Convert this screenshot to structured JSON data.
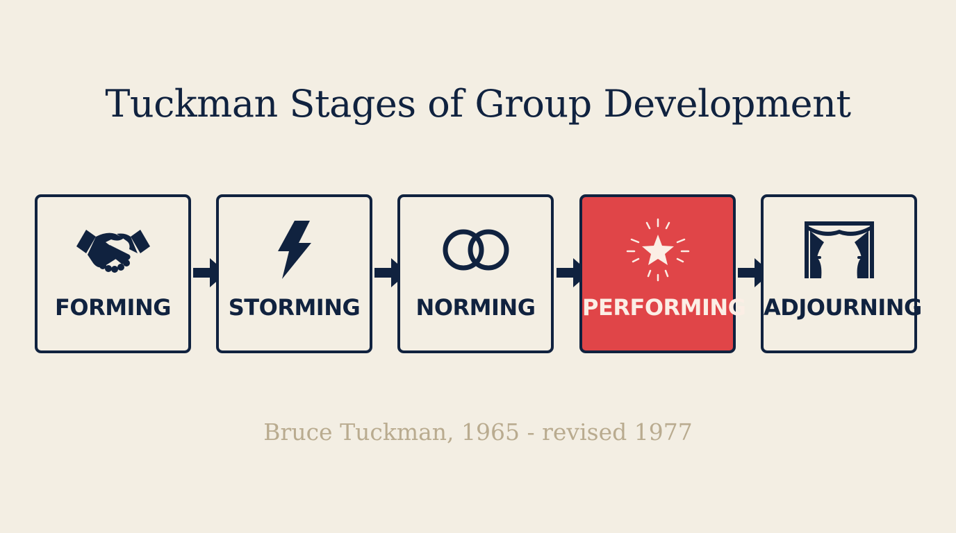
{
  "title": "Tuckman Stages of Group Development",
  "stages": [
    {
      "label": "FORMING",
      "icon": "handshake-icon"
    },
    {
      "label": "STORMING",
      "icon": "lightning-bolt-icon"
    },
    {
      "label": "NORMING",
      "icon": "interlocking-rings-icon"
    },
    {
      "label": "PERFORMING",
      "icon": "star-icon",
      "highlighted": true
    },
    {
      "label": "ADJOURNING",
      "icon": "stage-curtain-icon"
    }
  ],
  "credit": "Bruce Tuckman, 1965 - revised 1977",
  "colors": {
    "background": "#f3eee3",
    "navy": "#10223f",
    "highlight": "#e04548",
    "credit": "#b9ab8f"
  }
}
